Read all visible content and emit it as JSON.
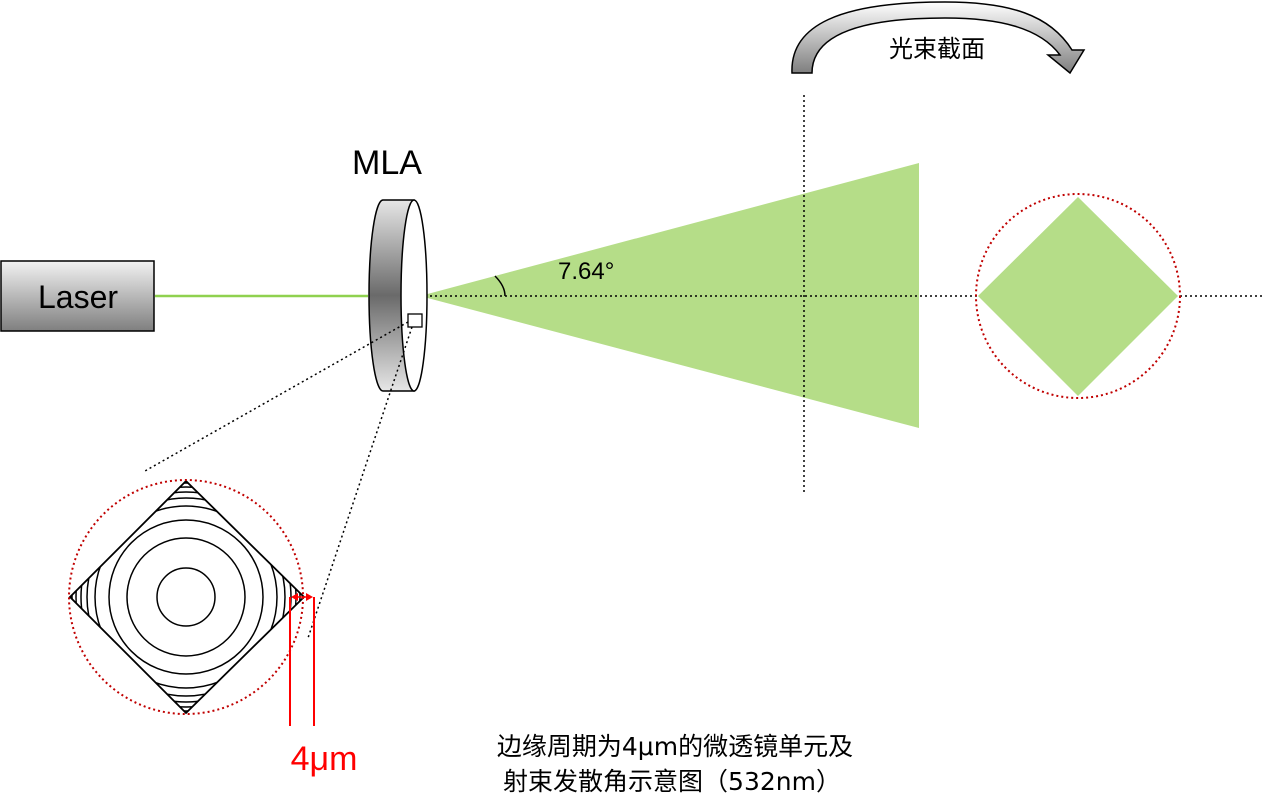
{
  "labels": {
    "laser": "Laser",
    "mla": "MLA",
    "angle": "7.64°",
    "beam_section": "光束截面",
    "period": "4μm",
    "caption_line1": "边缘周期为4μm的微透镜单元及",
    "caption_line2": "射束发散角示意图（532nm）"
  },
  "colors": {
    "beam_green": "#b5dd88",
    "laser_line": "#8fd14f",
    "red_circle": "#c00000",
    "dimension_red": "#ff0000",
    "stroke": "#000000"
  }
}
